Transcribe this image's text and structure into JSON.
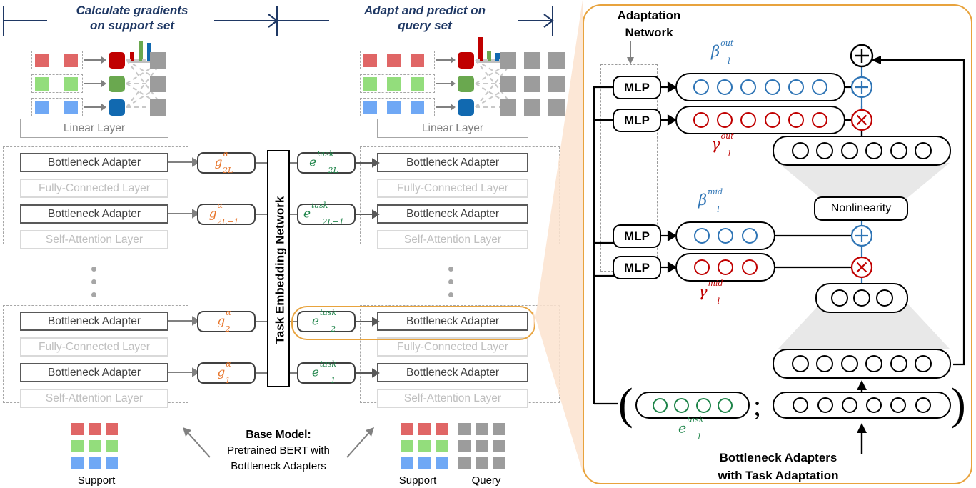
{
  "timeline": {
    "phase1": "Calculate gradients\non support set",
    "phase1_line1": "Calculate gradients",
    "phase1_line2": "on support set",
    "phase2_line1": "Adapt and predict on",
    "phase2_line2": "query set"
  },
  "colors": {
    "navy": "#1F3864",
    "orange_accent": "#E8A33D",
    "orange_text": "#E8752A",
    "green_text": "#1E8449",
    "blue_node": "#2E74B5",
    "red_node": "#C00000",
    "grey_dim": "#BFBFBF",
    "grey_box": "#595959",
    "class_red": "#E06666",
    "class_green": "#93DD7C",
    "class_blue": "#6FA8F5",
    "class_grey": "#9C9C9C",
    "logit_red": "#C00000",
    "logit_green": "#6AA84F",
    "logit_blue": "#1169B0"
  },
  "support_block": {
    "linear_layer": "Linear Layer",
    "columns": 2,
    "rows": 3,
    "bars": [
      {
        "name": "red-bar",
        "height_pct": 45
      },
      {
        "name": "green-bar",
        "height_pct": 100
      },
      {
        "name": "blue-bar",
        "height_pct": 95
      }
    ]
  },
  "query_block": {
    "linear_layer": "Linear Layer",
    "support_columns": 3,
    "query_columns": 3,
    "rows": 3,
    "bars": [
      {
        "name": "red-bar",
        "height_pct": 100
      },
      {
        "name": "green-bar",
        "height_pct": 42
      },
      {
        "name": "blue-bar",
        "height_pct": 38
      }
    ]
  },
  "base_model": {
    "title": "Base Model:",
    "line2": "Pretrained BERT with",
    "line3": "Bottleneck Adapters"
  },
  "legend": {
    "support": "Support",
    "query": "Query"
  },
  "bert_layers": {
    "top_stack": [
      {
        "label": "Bottleneck Adapter",
        "dim": false
      },
      {
        "label": "Fully-Connected Layer",
        "dim": true
      },
      {
        "label": "Bottleneck Adapter",
        "dim": false
      },
      {
        "label": "Self-Attention Layer",
        "dim": true
      }
    ],
    "bottom_stack": [
      {
        "label": "Bottleneck Adapter",
        "dim": false
      },
      {
        "label": "Fully-Connected Layer",
        "dim": true
      },
      {
        "label": "Bottleneck Adapter",
        "dim": false
      },
      {
        "label": "Self-Attention Layer",
        "dim": true
      }
    ],
    "ellipsis": "vertical-dots"
  },
  "task_embedding_network": {
    "label": "Task Embedding Network"
  },
  "gradients": [
    {
      "base": "g",
      "sup": "α",
      "sub": "2L"
    },
    {
      "base": "g",
      "sup": "α",
      "sub": "2L−1"
    },
    {
      "base": "g",
      "sup": "α",
      "sub": "2"
    },
    {
      "base": "g",
      "sup": "α",
      "sub": "1"
    }
  ],
  "task_embeddings": [
    {
      "base": "e",
      "sup": "task",
      "sub": "2L"
    },
    {
      "base": "e",
      "sup": "task",
      "sub": "2L−1"
    },
    {
      "base": "e",
      "sup": "task",
      "sub": "2"
    },
    {
      "base": "e",
      "sup": "task",
      "sub": "1"
    }
  ],
  "adaptation_panel": {
    "title_line1": "Adaptation",
    "title_line2": "Network",
    "mlp_label": "MLP",
    "mlps": [
      "MLP",
      "MLP",
      "MLP",
      "MLP"
    ],
    "nonlinearity": "Nonlinearity",
    "caption_line1": "Bottleneck Adapters",
    "caption_line2": "with Task Adaptation",
    "params": [
      {
        "name": "beta-out",
        "base": "β",
        "sup": "out",
        "sub": "l",
        "color": "#2E74B5",
        "nodes": 6
      },
      {
        "name": "gamma-out",
        "base": "γ",
        "sup": "out",
        "sub": "l",
        "color": "#C00000",
        "nodes": 6
      },
      {
        "name": "beta-mid",
        "base": "β",
        "sup": "mid",
        "sub": "l",
        "color": "#2E74B5",
        "nodes": 3
      },
      {
        "name": "gamma-mid",
        "base": "γ",
        "sup": "mid",
        "sub": "l",
        "color": "#C00000",
        "nodes": 3
      }
    ],
    "tensors": {
      "top_out": 6,
      "mid_small": 3,
      "up_proj": 6,
      "input_task_embedding": 4,
      "input_hidden": 6
    },
    "operators": [
      {
        "name": "plus-residual",
        "glyph": "+",
        "color": "#000000"
      },
      {
        "name": "plus-out",
        "glyph": "+",
        "color": "#2E74B5"
      },
      {
        "name": "times-out",
        "glyph": "×",
        "color": "#C00000"
      },
      {
        "name": "plus-mid",
        "glyph": "+",
        "color": "#2E74B5"
      },
      {
        "name": "times-mid",
        "glyph": "×",
        "color": "#C00000"
      }
    ],
    "input_label": {
      "base": "e",
      "sup": "task",
      "sub": "l"
    },
    "open_paren": "(",
    "close_paren": ")",
    "separator": ";"
  }
}
